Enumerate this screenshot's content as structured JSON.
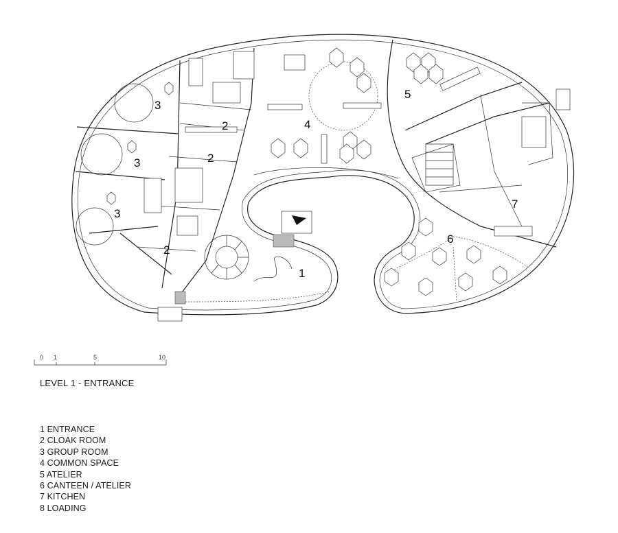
{
  "plan": {
    "room_numbers": [
      {
        "id": "group-room-a",
        "label": "3"
      },
      {
        "id": "group-room-b",
        "label": "3"
      },
      {
        "id": "group-room-c",
        "label": "3"
      },
      {
        "id": "cloak-room-a",
        "label": "2"
      },
      {
        "id": "cloak-room-b",
        "label": "2"
      },
      {
        "id": "cloak-room-c",
        "label": "2"
      },
      {
        "id": "common-space",
        "label": "4"
      },
      {
        "id": "atelier",
        "label": "5"
      },
      {
        "id": "kitchen",
        "label": "7"
      },
      {
        "id": "canteen",
        "label": "6"
      },
      {
        "id": "entrance",
        "label": "1"
      }
    ]
  },
  "scale_bar": {
    "ticks": [
      "0",
      "1",
      "5",
      "10"
    ]
  },
  "level_title": "LEVEL 1 - ENTRANCE",
  "legend": [
    "1 ENTRANCE",
    "2 CLOAK ROOM",
    "3 GROUP ROOM",
    "4 COMMON SPACE",
    "5 ATELIER",
    "6 CANTEEN / ATELIER",
    "7 KITCHEN",
    "8 LOADING"
  ]
}
